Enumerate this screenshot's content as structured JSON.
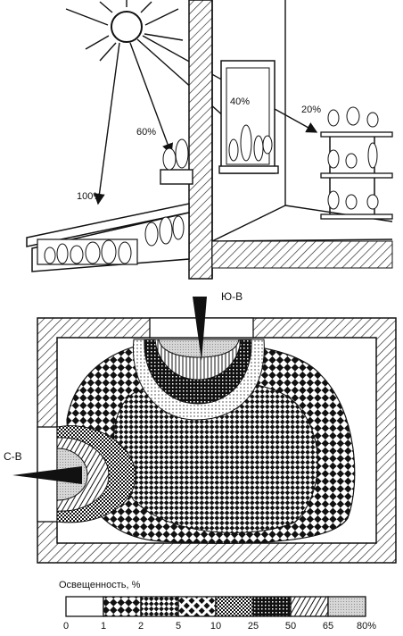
{
  "top_scene": {
    "light_labels": {
      "direct": "100%",
      "sill": "60%",
      "window": "40%",
      "shelf": "20%"
    }
  },
  "plan": {
    "directions": {
      "south_east": "Ю-В",
      "north_east": "С-В"
    }
  },
  "legend": {
    "title": "Освещенность, %",
    "ticks": [
      "0",
      "1",
      "2",
      "5",
      "10",
      "25",
      "50",
      "65",
      "80%"
    ]
  }
}
